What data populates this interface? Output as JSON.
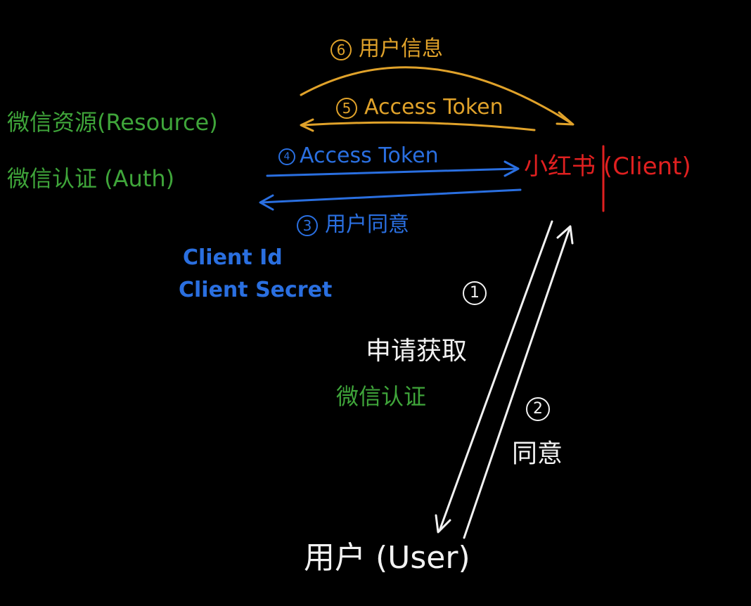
{
  "nodes": {
    "resource": "微信资源(Resource)",
    "auth": "微信认证 (Auth)",
    "client": "小红书 (Client)",
    "user": "用户 (User)"
  },
  "credentials": {
    "client_id": "Client Id",
    "client_secret": "Client Secret"
  },
  "steps": [
    {
      "num": "1",
      "label": "申请获取"
    },
    {
      "num": "",
      "label": "微信认证"
    },
    {
      "num": "2",
      "label": "同意"
    },
    {
      "num": "3",
      "label": "用户同意"
    },
    {
      "num": "4",
      "label": "Access Token"
    },
    {
      "num": "5",
      "label": "Access Token"
    },
    {
      "num": "6",
      "label": "用户信息"
    }
  ],
  "colors": {
    "background": "#000000",
    "green": "#3fa53a",
    "blue": "#2a6fe0",
    "orange": "#e0a22a",
    "red": "#e02020",
    "white": "#f2f2f2"
  }
}
